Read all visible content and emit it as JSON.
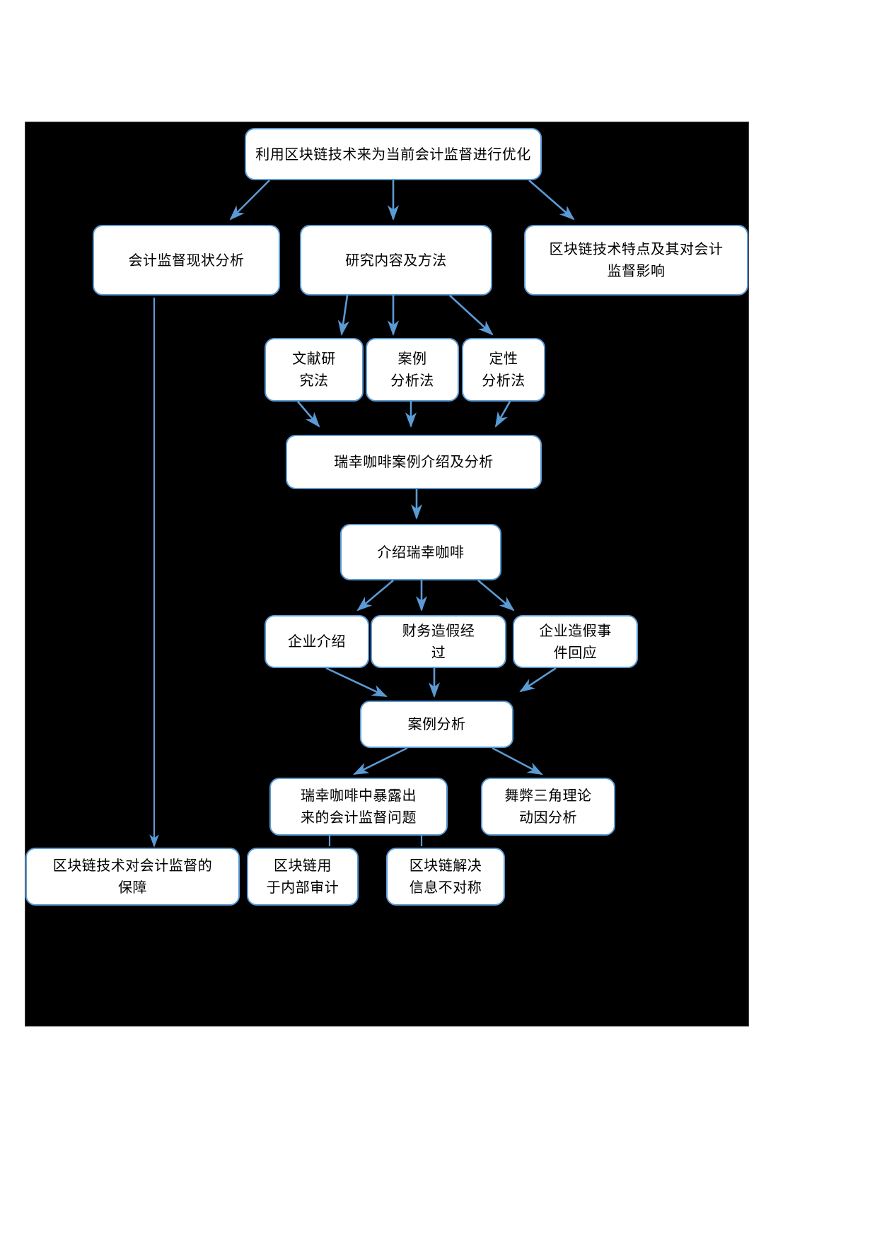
{
  "diagram": {
    "title_node": "利用区块链技术来为当前会计监督进行优化",
    "accent_color": "#5b9bd5",
    "background_color": "#000000",
    "node_fill": "#ffffff",
    "type": "flowchart",
    "nodes": {
      "root": "利用区块链技术来为当前会计监督进行优化",
      "status_analysis": "会计监督现状分析",
      "research_content": "研究内容及方法",
      "blockchain_features": "区块链技术特点及其对会计\n监督影响",
      "blockchain_features_l1": "区块链技术特点及其对会计",
      "blockchain_features_l2": "监督影响",
      "method_literature_l1": "文献研",
      "method_literature_l2": "究法",
      "method_case_l1": "案例",
      "method_case_l2": "分析法",
      "method_qualitative_l1": "定性",
      "method_qualitative_l2": "分析法",
      "luckin_case": "瑞幸咖啡案例介绍及分析",
      "introduce_luckin": "介绍瑞幸咖啡",
      "company_intro": "企业介绍",
      "fraud_process_l1": "财务造假经",
      "fraud_process_l2": "过",
      "fraud_response_l1": "企业造假事",
      "fraud_response_l2": "件回应",
      "case_analysis": "案例分析",
      "exposed_problems_l1": "瑞幸咖啡中暴露出",
      "exposed_problems_l2": "来的会计监督问题",
      "fraud_triangle_l1": "舞弊三角理论",
      "fraud_triangle_l2": "动因分析",
      "guarantee_l1": "区块链技术对会计监督的",
      "guarantee_l2": "保障",
      "internal_audit_l1": "区块链用",
      "internal_audit_l2": "于内部审计",
      "info_asymmetry_l1": "区块链解决",
      "info_asymmetry_l2": "信息不对称"
    }
  }
}
